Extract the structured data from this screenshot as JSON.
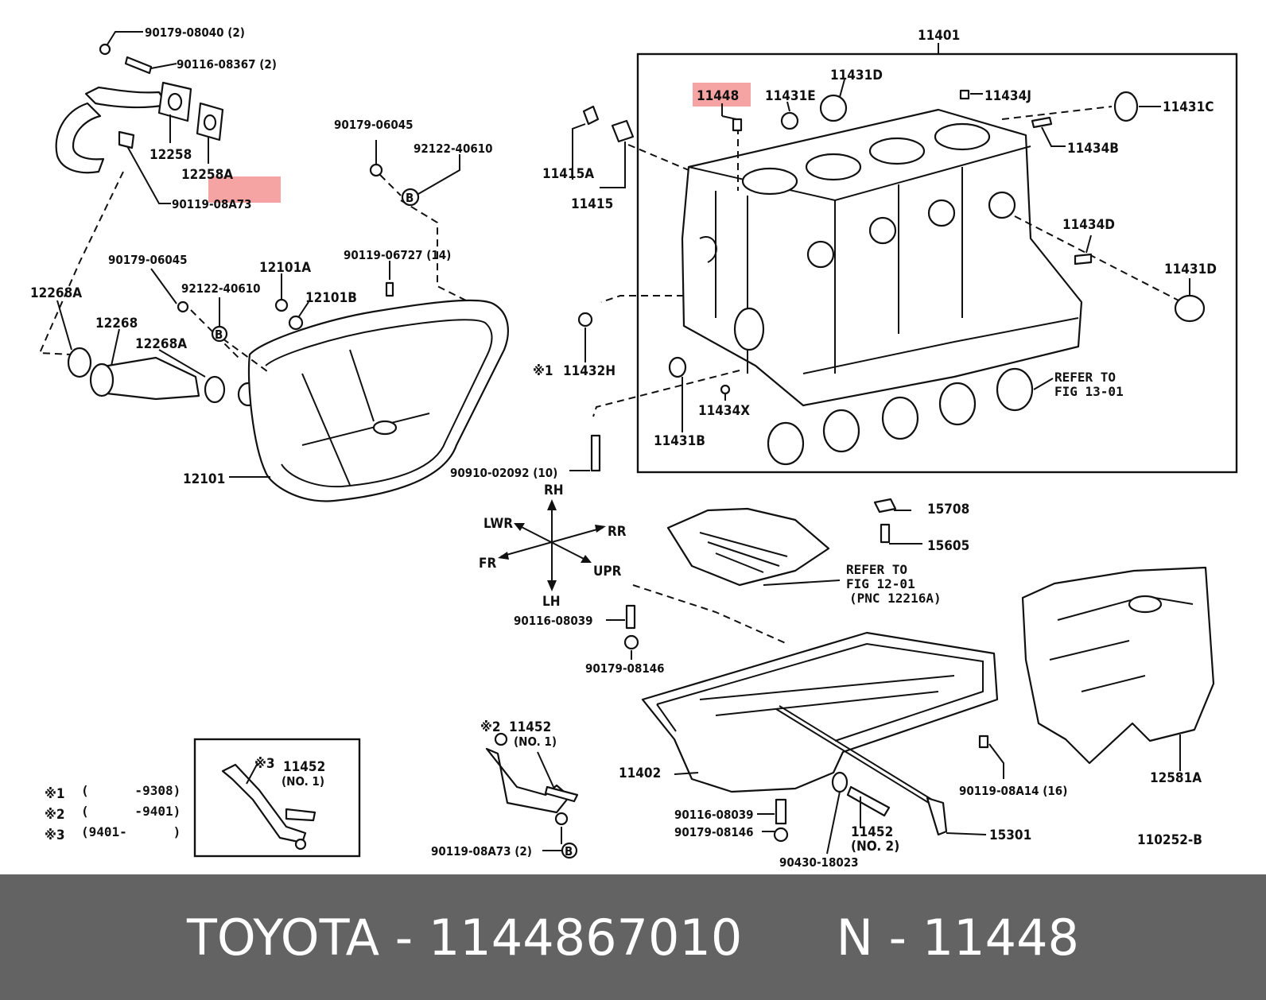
{
  "labels": {
    "l_90179_08040": "90179-08040 (2)",
    "l_90116_08367": "90116-08367 (2)",
    "l_12258": "12258",
    "l_12258A": "12258A",
    "l_90119_08A73": "90119-08A73",
    "l_90179_06045_a": "90179-06045",
    "l_92122_40610_a": "92122-40610",
    "l_90119_06727": "90119-06727 (14)",
    "l_90179_06045_b": "90179-06045",
    "l_92122_40610_b": "92122-40610",
    "l_12101A": "12101A",
    "l_12101B": "12101B",
    "l_12268A_a": "12268A",
    "l_12268": "12268",
    "l_12268A_b": "12268A",
    "l_12101": "12101",
    "l_11401": "11401",
    "l_11448": "11448",
    "l_11431E": "11431E",
    "l_11431D_a": "11431D",
    "l_11434J": "11434J",
    "l_11431C": "11431C",
    "l_11434B": "11434B",
    "l_11415A": "11415A",
    "l_11415": "11415",
    "l_11434D": "11434D",
    "l_11431D_b": "11431D",
    "l_11432H": "11432H",
    "l_11432H_mark": "※1",
    "l_11434X": "11434X",
    "l_11431B": "11431B",
    "l_refer1_a": "REFER TO",
    "l_refer1_b": "FIG 13-01",
    "l_90910_02092": "90910-02092 (10)",
    "l_15708": "15708",
    "l_15605": "15605",
    "l_refer2_a": "REFER TO",
    "l_refer2_b": "FIG 12-01",
    "l_refer2_c": "(PNC 12216A)",
    "l_90116_08039_a": "90116-08039",
    "l_90179_08146_a": "90179-08146",
    "l_11402": "11402",
    "l_90119_08A14": "90119-08A14 (16)",
    "l_12581A": "12581A",
    "l_90116_08039_b": "90116-08039",
    "l_90179_08146_b": "90179-08146",
    "l_11452_no2_a": "11452",
    "l_11452_no2_b": "(NO. 2)",
    "l_15301": "15301",
    "l_90430_18023": "90430-18023",
    "l_110252B": "110252-B",
    "l_11452_no1_mark": "※2",
    "l_11452_no1_a": "11452",
    "l_11452_no1_b": "(NO. 1)",
    "l_90119_08A73_2": "90119-08A73 (2)",
    "l_inset_mark": "※3",
    "l_inset_a": "11452",
    "l_inset_b": "(NO. 1)",
    "l_B1": "B",
    "l_B2": "B",
    "l_B3": "B"
  },
  "legend": {
    "mark1": "※1",
    "range1": "(      -9308)",
    "mark2": "※2",
    "range2": "(      -9401)",
    "mark3": "※3",
    "range3": "(9401-      )"
  },
  "directions": {
    "rh": "RH",
    "lh": "LH",
    "lwr": "LWR",
    "upr": "UPR",
    "rr": "RR",
    "fr": "FR"
  },
  "footer": {
    "text": "TOYOTA - 1144867010      N - 11448"
  },
  "colors": {
    "highlight": "#f5a3a3",
    "footer_bg": "#636363",
    "footer_text": "#ffffff"
  }
}
